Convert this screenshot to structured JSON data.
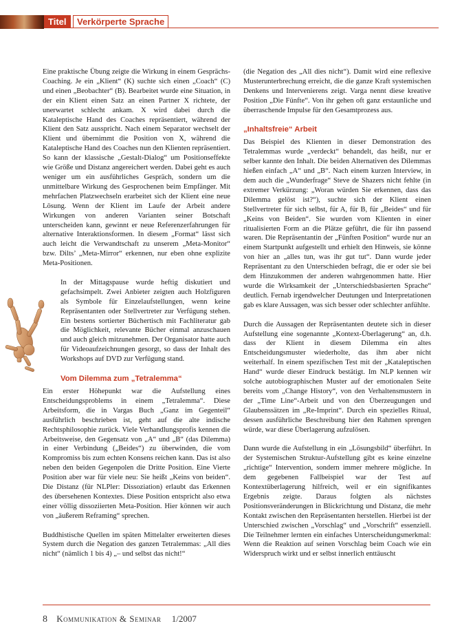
{
  "header": {
    "tag": "Titel",
    "section": "Verkörperte Sprache"
  },
  "left": {
    "p1": "Eine praktische Übung zeigte die Wirkung in einem Gesprächs-Coaching. Je ein „Klient“ (K) suchte sich einen „Coach“ (C) und einen „Beobachter“ (B). Bearbeitet wurde eine Situation, in der ein Klient einen Satz an einen Partner X richtete, der unerwartet schlecht ankam. X wird dabei durch die Kataleptische Hand des Coaches repräsentiert, während der Klient den Satz ausspricht. Nach einem Separator wechselt der Klient und übernimmt die Position von X, während die Kataleptische Hand des Coaches nun den Klienten repräsentiert. So kann der klassische „Gestalt-Dialog“ um Positionseffekte wie Größe und Distanz angereichert werden. Dabei geht es auch weniger um ein ausführliches Gespräch, sondern um die unmittelbare Wirkung des Gesprochenen beim Empfänger. Mit mehrfachen Platzwechseln erarbeitet sich der Klient eine neue Lösung. Wenn der Klient im Laufe der Arbeit andere Wirkungen von anderen Varianten seiner Botschaft unterscheiden kann, gewinnt er neue Referenzerfahrungen für alternative Interaktionsformen. In diesem „Format“ lässt sich auch leicht die Verwandtschaft zu unserem „Meta-Monitor“ bzw. Dilts’ „Meta-Mirror“ erkennen, nur eben ohne explizite Meta-Positionen.",
    "p2": "In der Mittagspause wurde heftig diskutiert und gefachsimpelt. Zwei Anbieter zeigten auch Holzfiguren als Symbole für Einzelaufstellungen, wenn keine Repräsentanten oder Stellvertreter zur Verfügung stehen. Ein bestens sortierter Büchertisch mit Fachliteratur gab die Möglichkeit, relevante Bücher einmal anzuschauen und auch gleich mitzunehmen. Der Organisator hatte auch für Videoaufzeichnungen gesorgt, so dass der Inhalt des Workshops auf DVD zur Verfügung stand.",
    "h1": "Vom Dilemma zum „Tetralemma“",
    "p3": "Ein erster Höhepunkt war die Aufstellung eines Entscheidungsproblems in einem „Tetralemma“. Diese Arbeitsform, die in Vargas Buch „Ganz im Gegenteil“ ausführlich beschrieben ist, geht auf die alte indische Rechtsphilosophie zurück. Viele Verhandlungsprofis kennen die Arbeitsweise, den Gegensatz von „A“ und „B“ (das Dilemma) in einer Verbindung („Beides“) zu überwinden, die vom Kompromiss bis zum echten Konsens reichen kann. Das ist also neben den beiden Gegenpolen die Dritte Position. Eine Vierte Position aber war für viele neu: Sie heißt „Keins von beiden“. Die Distanz (für NLPler: Dissoziation) erlaubt das Erkennen des übersehenen Kontextes. Diese Position entspricht also etwa einer völlig dissoziierten Meta-Position. Hier können wir auch von „äußerem Reframing“ sprechen.",
    "p4": "Buddhistische Quellen im späten Mittelalter erweiterten dieses System durch die Negation des ganzen Tetralemmas: „All dies nicht“ (nämlich 1 bis 4) „– und selbst das nicht!“"
  },
  "right": {
    "p1": "(die Negation des „All dies nicht“). Damit wird eine reflexive Musterunterbrechung erreicht, die die ganze Kraft systemischen Denkens und Intervenierens zeigt. Varga nennt diese kreative Position „Die Fünfte“. Von ihr gehen oft ganz erstaunliche und überraschende Impulse für den Gesamtprozess aus.",
    "h1": "„Inhaltsfreie“ Arbeit",
    "p2": "Das Beispiel des Klienten in dieser Demonstration des Tetralemmas wurde „verdeckt“ behandelt, das heißt, nur er selber kannte den Inhalt. Die beiden Alternativen des Dilemmas hießen einfach „A“ und „B“. Nach einem kurzen Interview, in dem auch die „Wunderfrage“ Steve de Shazers nicht fehlte (in extremer Verkürzung: „Woran würden Sie erkennen, dass das Dilemma gelöst ist?“), suchte sich der Klient einen Stellvertreter für sich selbst, für A, für B, für „Beides“ und für „Keins von Beiden“. Sie wurden vom Klienten in einer ritualisierten Form an die Plätze geführt, die für ihn passend waren. Die Repräsentantin der „Fünften Position“ wurde nur an einem Startpunkt aufgestellt und erhielt den Hinweis, sie könne von hier an „alles tun, was ihr gut tut“. Dann wurde jeder Repräsentant zu den Unterschieden befragt, die er oder sie bei dem Hinzukommen der anderen wahrgenommen hatte. Hier wurde die Wirksamkeit der „Unterschiedsbasierten Sprache“ deutlich. Fernab irgendwelcher Deutungen und Interpretationen gab es klare Aussagen, was sich besser oder schlechter anfühlte.",
    "p3": "Durch die Aussagen der Repräsentanten deutete sich in dieser Aufstellung eine sogenannte „Kontext-Überlagerung“ an, d.h. dass der Klient in diesem Dilemma ein altes Entscheidungsmuster wiederholte, das ihm aber nicht weiterhalf. In einem spezifischen Test mit der „Kataleptischen Hand“ wurde dieser Eindruck bestätigt. Im NLP kennen wir solche autobiographischen Muster auf der emotionalen Seite bereits vom „Change History“, von den Verhaltensmustern in der „Time Line“-Arbeit und von den Überzeugungen und Glaubenssätzen im „Re-Imprint“. Durch ein spezielles Ritual, dessen ausführliche Beschreibung hier den Rahmen sprengen würde, war diese Überlagerung aufzulösen.",
    "p4": "Dann wurde die Aufstellung in ein „Lösungsbild“ überführt. In der Systemischen Struktur-Aufstellung gibt es keine einzelne „richtige“ Intervention, sondern immer mehrere mögliche. In dem gegebenen Fallbeispiel war der Test auf Kontextüberlagerung hilfreich, weil er ein signifikantes Ergebnis zeigte. Daraus folgten als nächstes Positionsveränderungen in Blickrichtung und Distanz, die mehr Kontakt zwischen den Repräsentanten herstellen. Hierbei ist der Unterschied zwischen „Vorschlag“ und „Vorschrift“ essenziell. Die Teilnehmer lernten ein einfaches Unterscheidungsmerkmal: Wenn die Reaktion auf seinen Vorschlag beim Coach wie ein Widerspruch wirkt und er selbst innerlich enttäuscht"
  },
  "footer": {
    "page_number": "8",
    "publication": "Kommunikation & Seminar",
    "issue": "1/2007"
  }
}
